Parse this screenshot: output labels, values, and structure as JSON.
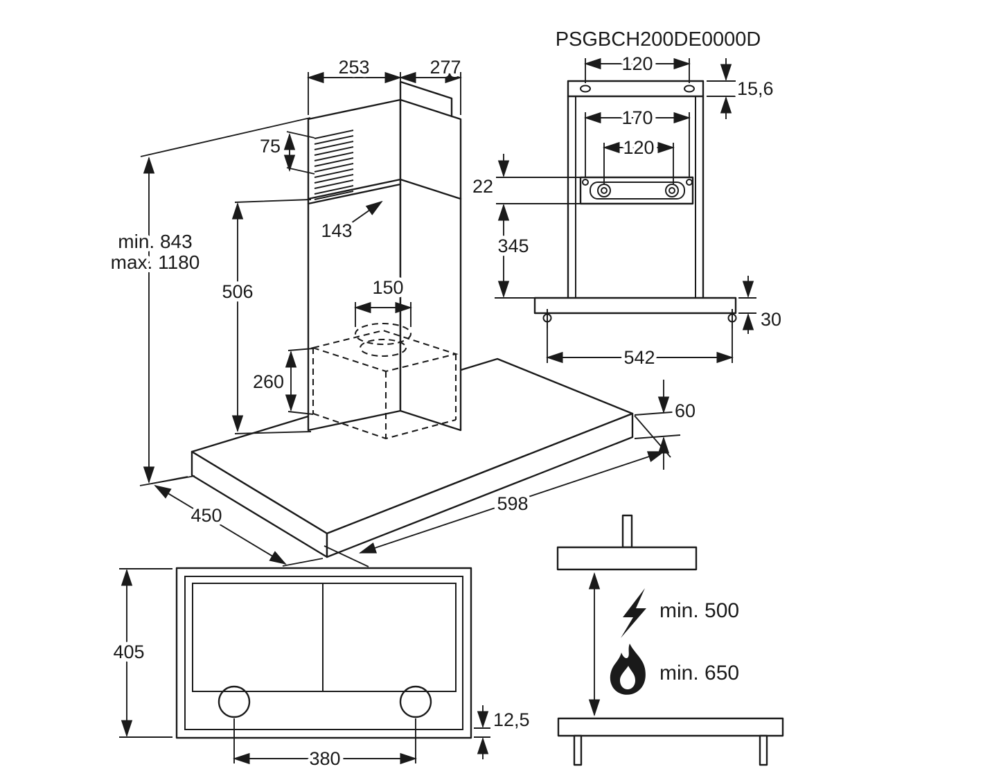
{
  "colors": {
    "line": "#1a1a1a",
    "background": "#ffffff"
  },
  "product": {
    "model": "PSGBCH200DE0000D"
  },
  "isometric_view": {
    "chimney_front_width": "253",
    "chimney_side_width": "277",
    "vent_height": "75",
    "chimney_depth": "143",
    "height_min": "min. 843",
    "height_max": "max. 1180",
    "lower_chimney_height": "506",
    "duct_diameter": "150",
    "filter_box_height": "260",
    "body_depth": "450",
    "body_width": "598",
    "body_thickness": "60"
  },
  "bracket_view": {
    "top_hole_spacing": "120",
    "top_edge_offset": "15,6",
    "bracket_outer_spacing": "170",
    "bracket_inner_spacing": "120",
    "bracket_offset": "22",
    "bracket_height": "345",
    "bottom_thickness": "30",
    "bottom_hole_spacing": "542"
  },
  "bottom_view": {
    "depth": "405",
    "lamp_spacing": "380",
    "edge_offset": "12,5"
  },
  "clearance_view": {
    "electric_clearance": "min. 500",
    "gas_clearance": "min. 650"
  },
  "icons": {
    "lightning": "lightning-icon",
    "flame": "flame-icon"
  }
}
